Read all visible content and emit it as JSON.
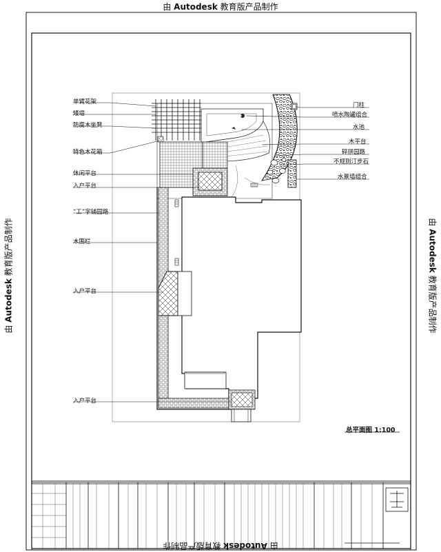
{
  "watermark": {
    "prefix": "由",
    "brand": "Autodesk",
    "suffix": "教育版产品制作"
  },
  "labels_left": [
    "单臂花架",
    "矮墙",
    "防腐木坐凳",
    "特色木花箱",
    "休闲平台",
    "入户平台",
    "“工”字铺园路",
    "木围栏",
    "入户平台",
    "入户平台"
  ],
  "labels_right": [
    "门柱",
    "喷水陶罐组合",
    "水池",
    "木平台",
    "碎拼园路",
    "不规则汀步石",
    "水景墙组合"
  ],
  "drawing_title": "总平面图  1:100"
}
